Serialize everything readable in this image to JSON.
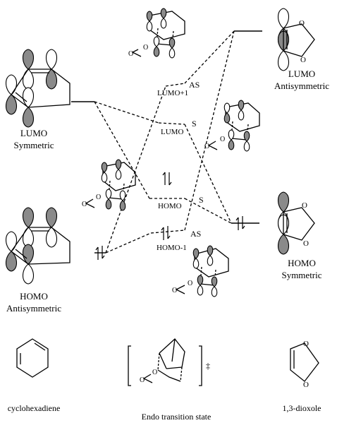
{
  "left": {
    "lumo_label": "LUMO",
    "lumo_sym": "Symmetric",
    "homo_label": "HOMO",
    "homo_sym": "Antisymmetric",
    "molecule_name": "cyclohexadiene"
  },
  "right": {
    "lumo_label": "LUMO",
    "lumo_sym": "Antisymmetric",
    "homo_label": "HOMO",
    "homo_sym": "Symmetric",
    "molecule_name": "1,3-dioxole"
  },
  "center": {
    "lumo1_label": "LUMO+1",
    "lumo1_sym": "AS",
    "lumo_label": "LUMO",
    "lumo_sym": "S",
    "homo_label": "HOMO",
    "homo_sym": "S",
    "homo1_label": "HOMO-1",
    "homo1_sym": "AS",
    "ts_name": "Endo transition state",
    "ts_mark": "‡"
  },
  "atoms": {
    "oxygen": "O"
  },
  "colors": {
    "line": "#000000",
    "lobe_shaded": "#8a8a8a",
    "lobe_open": "#ffffff"
  }
}
